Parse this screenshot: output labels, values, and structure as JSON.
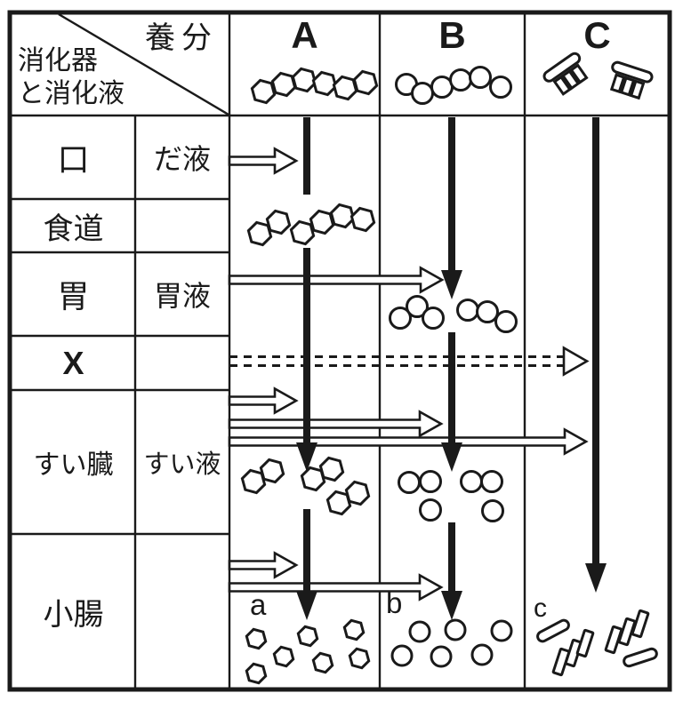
{
  "corner": {
    "nutrients_label": "養分",
    "organs_line1": "消化器",
    "organs_line2": "と消化液"
  },
  "columns": [
    {
      "label": "A",
      "nutrient_icon": "starch-chain-icon"
    },
    {
      "label": "B",
      "nutrient_icon": "protein-chain-icon"
    },
    {
      "label": "C",
      "nutrient_icon": "fat-molecule-icon"
    }
  ],
  "rows": [
    {
      "organ": "口",
      "juice": "だ液"
    },
    {
      "organ": "食道",
      "juice": ""
    },
    {
      "organ": "胃",
      "juice": "胃液"
    },
    {
      "organ": "X",
      "juice": ""
    },
    {
      "organ": "すい臓",
      "juice": "すい液"
    },
    {
      "organ": "小腸",
      "juice": ""
    }
  ],
  "products": [
    {
      "label": "a",
      "icon": "glucose-hexagons-icon"
    },
    {
      "label": "b",
      "icon": "amino-acid-circles-icon"
    },
    {
      "label": "c",
      "icon": "fatty-acid-monoglyceride-icon"
    }
  ],
  "icons": {
    "hollow_arrow": "digestive-juice-arrow",
    "dashed_arrow": "unknown-organ-x-dashed-arrow",
    "solid_vertical_arrow": "digestion-progress-arrow"
  },
  "colors": {
    "ink": "#1a1a1a",
    "paper": "#ffffff"
  }
}
